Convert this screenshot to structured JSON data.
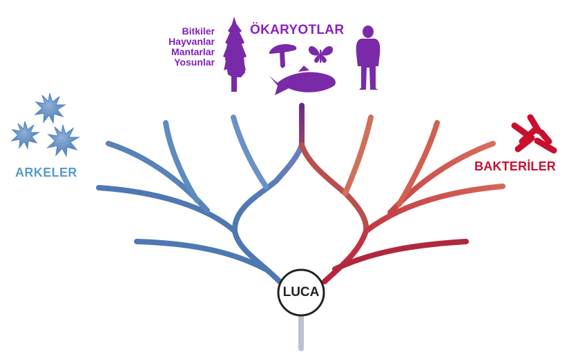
{
  "labels": {
    "eukarya": "ÖKARYOTLAR",
    "archaea": "ARKELER",
    "bacteria": "BAKTERİLER",
    "root": "LUCA"
  },
  "eukarya_kingdoms": [
    "Bitkiler",
    "Hayvanlar",
    "Mantarlar",
    "Yosunlar"
  ],
  "colors": {
    "archaea": "#4e78b1",
    "archaea_light": "#6f98c8",
    "archaea_label": "#5a9ac6",
    "eukarya": "#7a2aa8",
    "eukarya_label": "#8a1fc2",
    "bacteria": "#c8102e",
    "bacteria_branch": "#d0605a",
    "bacteria_dark": "#a8203a",
    "root_stem": "#b9c2cc",
    "node_stroke": "#222222"
  },
  "icons": {
    "eukarya": [
      "tree-icon",
      "mushroom-icon",
      "butterfly-icon",
      "fish-icon",
      "human-icon"
    ],
    "archaea": [
      "archaea-cell-icon",
      "archaea-cell-icon",
      "archaea-cell-icon"
    ],
    "bacteria": [
      "bacteria-rod-icon"
    ]
  }
}
